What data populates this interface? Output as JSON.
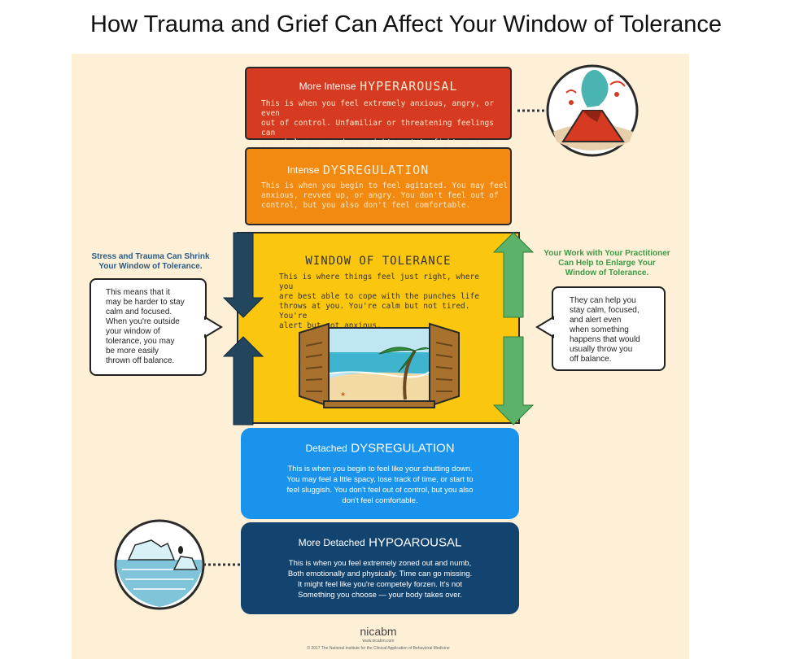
{
  "title": "How Trauma and Grief Can Affect Your Window of Tolerance",
  "hyperarousal": {
    "prefix": "More Intense",
    "label": "HYPERAROUSAL",
    "lines": [
      "This is when you feel extremely anxious, angry, or even",
      "out of control. Unfamiliar or threatening feelings can",
      "overwhelm you, and you might want to fight or run away."
    ]
  },
  "dysregulation_up": {
    "prefix": "Intense",
    "label": "DYSREGULATION",
    "lines": [
      "This is when you begin to feel agitated. You may feel",
      "anxious, revved up, or angry.  You don't feel out of",
      "control, but you also don't feel comfortable."
    ]
  },
  "window": {
    "label": "WINDOW OF TOLERANCE",
    "lines": [
      "This is where things feel just right, where you",
      "are best able to cope with the punches life",
      "throws at you. You're calm but not tired. You're",
      "alert but not anxious."
    ]
  },
  "left_side": {
    "title_lines": [
      "Stress and Trauma Can Shrink",
      "Your Window of Tolerance."
    ],
    "bubble_lines": [
      "This means that it",
      "may be harder to stay",
      "calm and focused.",
      "When you're outside",
      "your window of",
      "tolerance, you may",
      "be more easily",
      "thrown off balance."
    ]
  },
  "right_side": {
    "title_lines": [
      "Your Work with Your Practitioner",
      "Can Help to Enlarge Your",
      "Window of Tolerance."
    ],
    "bubble_lines": [
      "They can help you",
      "stay calm, focused,",
      "and alert even",
      "when something",
      "happens that would",
      "usually throw you",
      "off balance."
    ]
  },
  "dysregulation_down": {
    "prefix": "Detached",
    "label": "DYSREGULATION",
    "lines": [
      "This is when you begin to feel like your shutting down.",
      "You may feel a lttle spacy, lose track of time, or start to",
      "feel sluggish.  You don't feel out of control, but you also",
      "don't feel comfortable."
    ]
  },
  "hypoarousal": {
    "prefix": "More Detached",
    "label": "HYPOAROUSAL",
    "lines": [
      "This is when you feel extremely zoned out and numb,",
      "Both emotionally and physically. Time can go missing.",
      "It might feel like you're competely forzen. It's not",
      "Something you choose — your body takes over."
    ]
  },
  "footer": {
    "logo": "nicabm",
    "url": "www.nicabm.com",
    "copyright": "©  2017  The National Institute for the Clinical Application of Behavioral Medicine"
  },
  "colors": {
    "hyper": "#d63a20",
    "dys_up": "#f28a12",
    "window": "#fbc70e",
    "dys_down": "#1a93ec",
    "hypo": "#134470",
    "left_title": "#2a5a85",
    "right_title": "#3e9a48",
    "shrink_arrow": "#23465f",
    "enlarge_arrow": "#5cb26a"
  },
  "icons": {
    "volcano": "volcano-icon",
    "iceberg": "iceberg-icon",
    "window_scene": "open-window-beach-icon"
  }
}
